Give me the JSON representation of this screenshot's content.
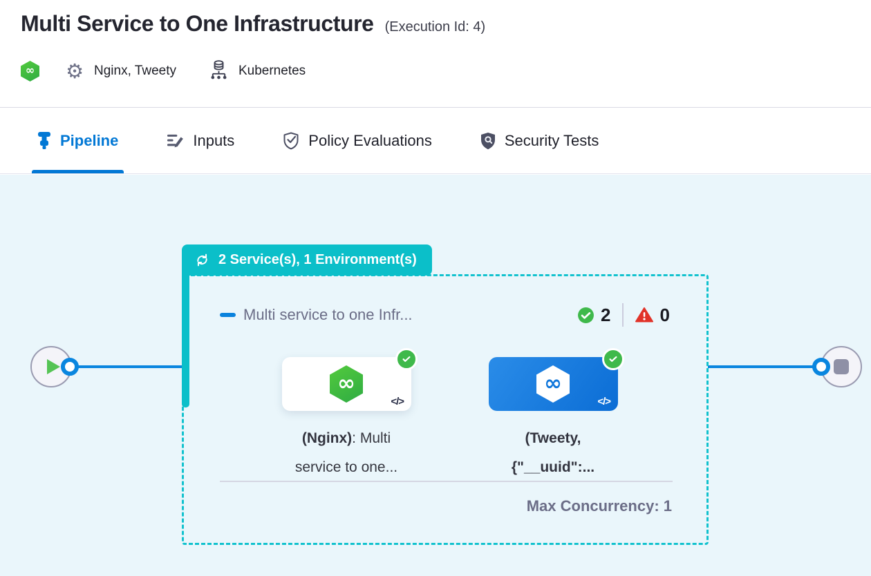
{
  "header": {
    "title": "Multi Service to One Infrastructure",
    "execution_id": "(Execution Id: 4)",
    "services": "Nginx, Tweety",
    "infrastructure": "Kubernetes"
  },
  "tabs": {
    "pipeline": "Pipeline",
    "inputs": "Inputs",
    "policy": "Policy Evaluations",
    "security": "Security Tests",
    "active": "Pipeline"
  },
  "canvas": {
    "badge_label": "2 Service(s), 1 Environment(s)",
    "stage": {
      "name": "Multi service to one Infr...",
      "success_count": "2",
      "error_count": "0",
      "max_concurrency": "Max Concurrency: 1"
    },
    "nodes": {
      "service1": {
        "bold": "(Nginx)",
        "rest": ": Multi service to one..."
      },
      "service2": {
        "bold": "(Tweety, {\"__uuid\":...",
        "rest": ""
      }
    }
  },
  "icons": {
    "gear": "⚙",
    "infinity": "∞",
    "code": "</>"
  },
  "colors": {
    "accent_blue": "#0278D5",
    "edge_blue": "#0A86DF",
    "teal": "#0BBFC9",
    "success_green": "#3FB94B",
    "harness_green": "#3FBE3F",
    "error_red": "#E13329",
    "selected_card_blue": "#0B6DD5",
    "canvas_bg": "#EAF6FB"
  }
}
